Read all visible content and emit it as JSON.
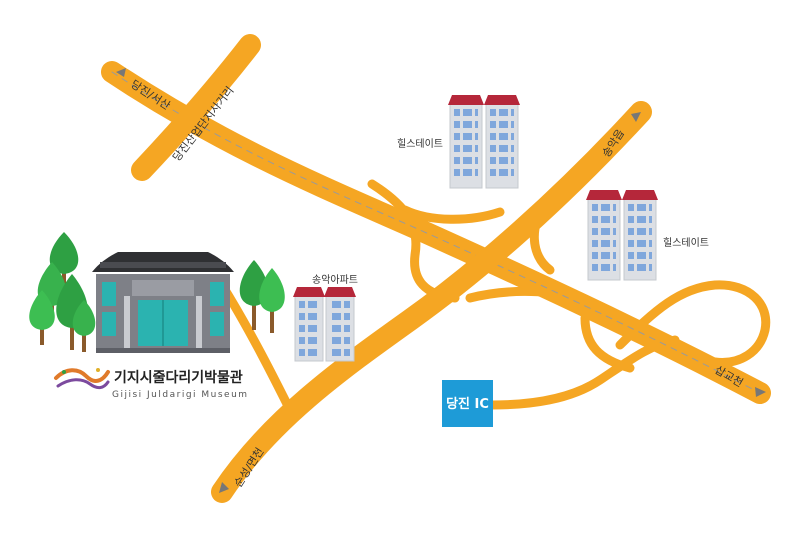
{
  "colors": {
    "road": "#F5A623",
    "road_edge": "#E59410",
    "center_line": "#9A9A9A",
    "ic_box": "#1E9BD7",
    "roof": "#B5273A",
    "building": "#DCDFE4",
    "window": "#7FA7DC",
    "tree": "#2EA043",
    "museum_wall": "#7E8087",
    "museum_roof": "#2F3033",
    "museum_door": "#2BB3B0"
  },
  "roads": {
    "northwest": "당진/서산",
    "northwest_junction": "당진산업단지사거리",
    "northeast": "송악읍",
    "southeast": "삽교천",
    "southwest": "순성/면천"
  },
  "buildings": {
    "hillstate_north": "힐스테이트",
    "hillstate_east": "힐스테이트",
    "songak_apt": "송악아파트"
  },
  "interchange": {
    "label": "당진 IC"
  },
  "museum": {
    "name": "기지시줄다리기박물관",
    "subtitle": "Gijisi Juldarigi Museum",
    "logo_icon": "rope-logo-icon"
  }
}
